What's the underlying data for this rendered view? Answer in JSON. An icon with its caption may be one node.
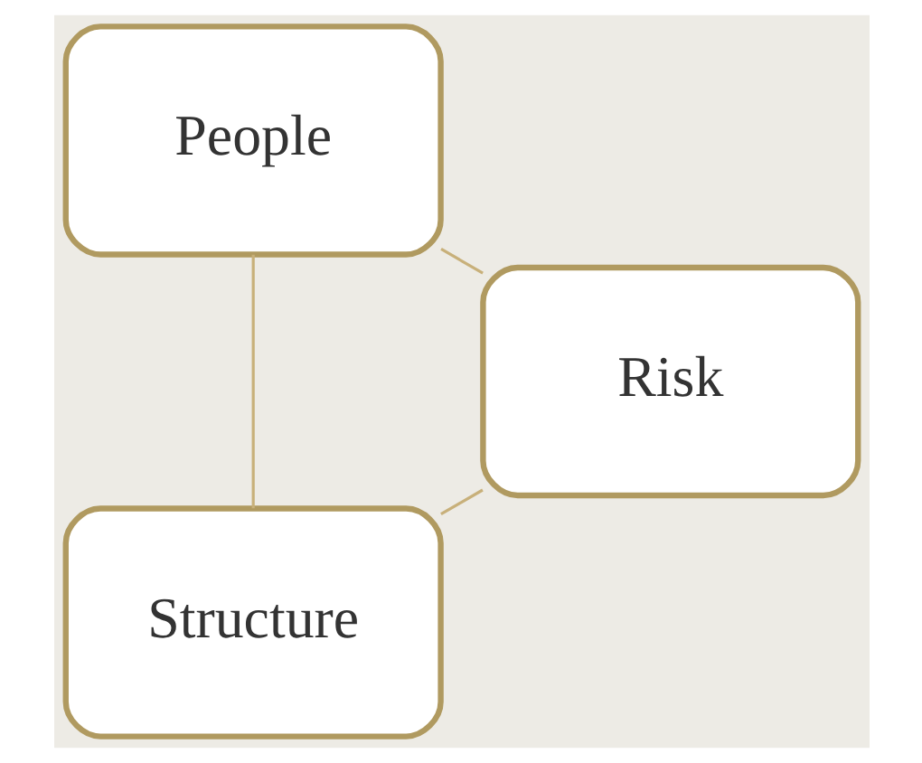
{
  "diagram": {
    "nodes": [
      {
        "text": [
          "Structure"
        ]
      },
      {
        "text": [
          "People"
        ]
      },
      {
        "text": [
          "Risk"
        ]
      }
    ],
    "edges": [
      {
        "from": 0,
        "to": 1,
        "arrow": "none"
      },
      {
        "from": 1,
        "to": 2,
        "arrow": "none"
      },
      {
        "from": 2,
        "to": 0,
        "arrow": "none"
      }
    ]
  }
}
